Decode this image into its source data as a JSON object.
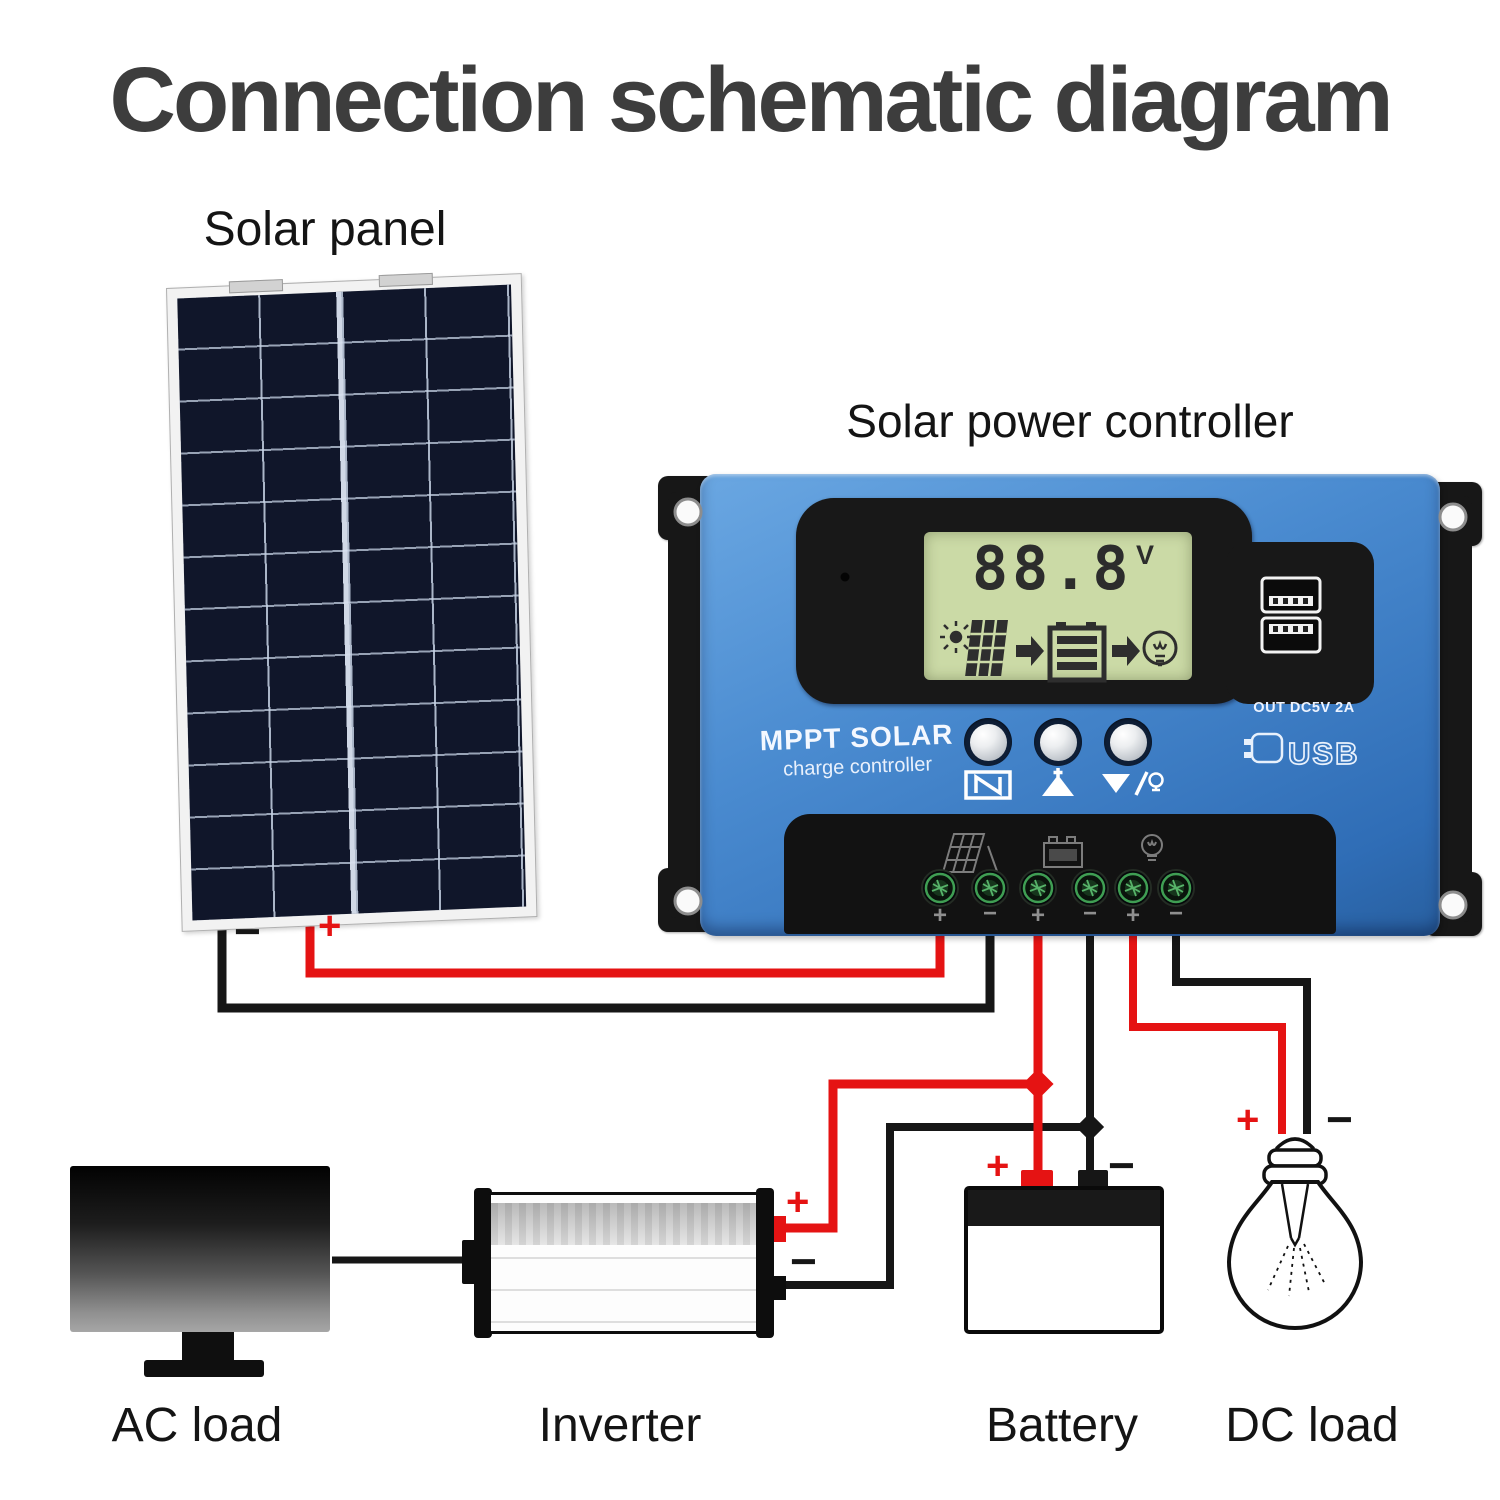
{
  "title": "Connection schematic diagram",
  "solar_panel": {
    "label": "Solar panel",
    "wire_minus": "−",
    "wire_plus": "+"
  },
  "controller": {
    "label": "Solar power controller",
    "lcd": {
      "value": "88.8",
      "unit": "V"
    },
    "brand_title": "MPPT SOLAR",
    "brand_subtitle": "charge controller",
    "usb_out_label": "OUT DC5V 2A",
    "usb_logo": "USB",
    "terminal_signs": [
      "+",
      "−",
      "+",
      "−",
      "+",
      "−"
    ]
  },
  "ac_load": {
    "label": "AC load"
  },
  "inverter": {
    "label": "Inverter",
    "plus": "+",
    "minus": "−"
  },
  "battery": {
    "label": "Battery",
    "plus": "+",
    "minus": "−"
  },
  "dc_load": {
    "label": "DC load",
    "plus": "+",
    "minus": "−"
  },
  "colors": {
    "positive_wire": "#e51313",
    "negative_wire": "#161616",
    "controller_body": "#4a8bd0",
    "lcd_screen": "#cbdaa6",
    "title_text": "#3d3d3d"
  }
}
